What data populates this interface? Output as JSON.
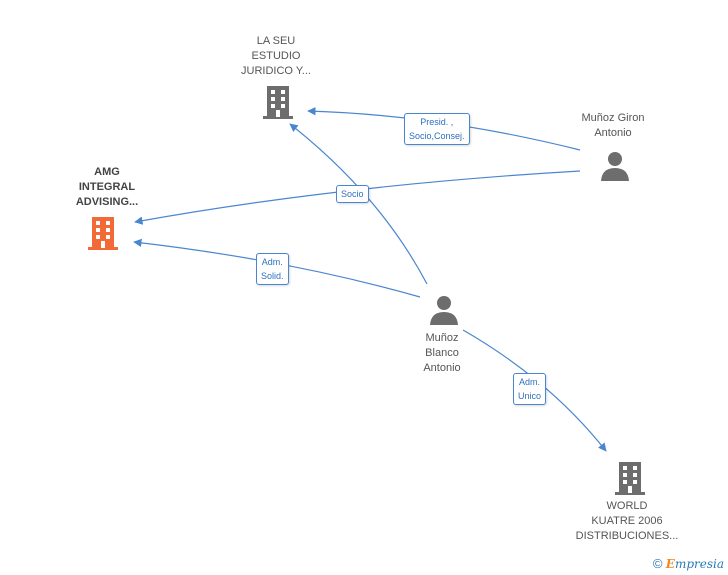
{
  "colors": {
    "edge": "#4a86d0",
    "company": "#6d6d6d",
    "company_focus": "#f26a35",
    "person": "#6d6d6d"
  },
  "nodes": {
    "la_seu": {
      "label": "LA SEU\nESTUDIO\nJURIDICO Y...",
      "icon": "building-icon"
    },
    "amg": {
      "label": "AMG\nINTEGRAL\nADVISING...",
      "icon": "building-icon"
    },
    "munoz_giron": {
      "label": "Muñoz Giron\nAntonio",
      "icon": "person-icon"
    },
    "munoz_blanco": {
      "label": "Muñoz\nBlanco\nAntonio",
      "icon": "person-icon"
    },
    "world_kuatre": {
      "label": "WORLD\nKUATRE 2006\nDISTRIBUCIONES...",
      "icon": "building-icon"
    }
  },
  "edges": {
    "presid": "Presid. ,\nSocio,Consej.",
    "socio": "Socio",
    "adm_solid": "Adm.\nSolid.",
    "adm_unico": "Adm.\nUnico"
  },
  "footer": {
    "copyright": "©",
    "brand_initial": "E",
    "brand_rest": "mpresia"
  }
}
